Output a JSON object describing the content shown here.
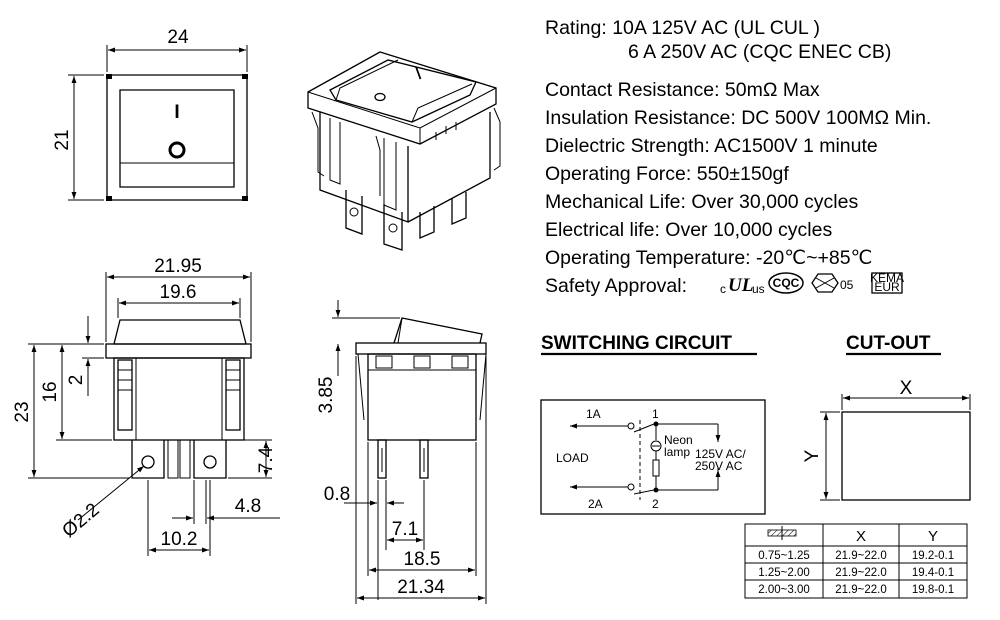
{
  "specs": {
    "rating_1": "Rating: 10A 125V AC (UL  CUL  )",
    "rating_2": "6 A 250V AC (CQC ENEC CB)",
    "contact_resistance": "Contact Resistance: 50mΩ Max",
    "insulation_resistance": "Insulation Resistance: DC 500V 100MΩ Min.",
    "dielectric_strength": "Dielectric Strength: AC1500V 1 minute",
    "operating_force": "Operating Force: 550±150gf",
    "mechanical_life": "Mechanical Life: Over 30,000 cycles",
    "electrical_life": "Electrical life: Over 10,000 cycles",
    "operating_temperature": "Operating Temperature: -20℃~+85℃",
    "safety_approval": "Safety Approval:",
    "cert_ul": "c",
    "cert_ul_mark": "UL",
    "cert_us": "us",
    "cert_cqc": "CQC",
    "cert_enec": "05",
    "cert_kema_1": "KEMA",
    "cert_kema_2": "EUR"
  },
  "symbols": {
    "on": "I",
    "off": "O"
  },
  "front_view": {
    "width": "24",
    "height": "21"
  },
  "bottom_view": {
    "outer_width": "21.95",
    "inner_width": "19.6",
    "total_height": "23",
    "body_height": "16",
    "bezel": "2",
    "terminal_length": "7.4",
    "hole_diameter": "Ø2.2",
    "terminal_width": "4.8",
    "terminal_pitch": "10.2"
  },
  "side_view": {
    "rocker_height": "3.85",
    "terminal_thickness": "0.8",
    "terminal_offset": "7.1",
    "body_width": "18.5",
    "bezel_width": "21.34"
  },
  "switching_circuit": {
    "title": "SWITCHING CIRCUIT",
    "terminal_1a": "1A",
    "terminal_1": "1",
    "terminal_2a": "2A",
    "terminal_2": "2",
    "load": "LOAD",
    "neon": "Neon",
    "lamp": "lamp",
    "supply_1": "125V AC/",
    "supply_2": "250V AC"
  },
  "cut_out": {
    "title": "CUT-OUT",
    "x_label": "X",
    "y_label": "Y",
    "table": {
      "headers": [
        "X",
        "Y"
      ],
      "rows": [
        [
          "0.75~1.25",
          "21.9~22.0",
          "19.2-0.1"
        ],
        [
          "1.25~2.00",
          "21.9~22.0",
          "19.4-0.1"
        ],
        [
          "2.00~3.00",
          "21.9~22.0",
          "19.8-0.1"
        ]
      ]
    }
  }
}
